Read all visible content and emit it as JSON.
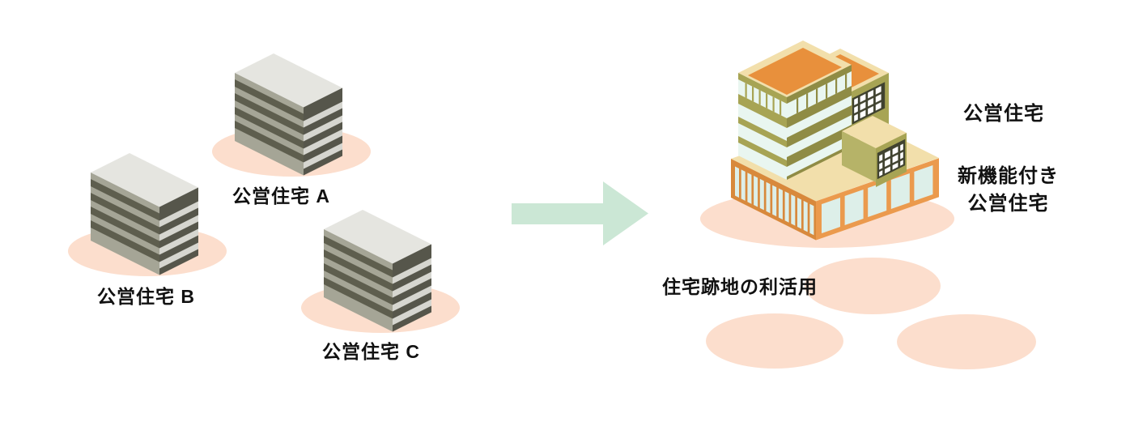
{
  "palette": {
    "site_ellipse": "#fcdecd",
    "arrow_green": "#cbe7d5",
    "old_building_wall": "#a5a596",
    "old_building_stripe": "#5e5e4e",
    "old_building_roof": "#e5e5e0",
    "new_roof_orange": "#e8903c",
    "new_olive": "#a7a454",
    "new_olive_dark": "#8f8c45",
    "cream_trim": "#f2dfab",
    "podium_orange": "#d8893c",
    "window_pale": "#e9f6f0"
  },
  "before": {
    "buildings": [
      {
        "label": "公営住宅 A"
      },
      {
        "label": "公営住宅 B"
      },
      {
        "label": "公営住宅 C"
      }
    ]
  },
  "transformation_arrow": {
    "direction": "right"
  },
  "after": {
    "new_building_labels": {
      "top": "公営住宅",
      "mid_line1": "新機能付き",
      "mid_line2": "公営住宅"
    },
    "vacant_label": "住宅跡地の利活用",
    "vacant_site_count": 3
  }
}
